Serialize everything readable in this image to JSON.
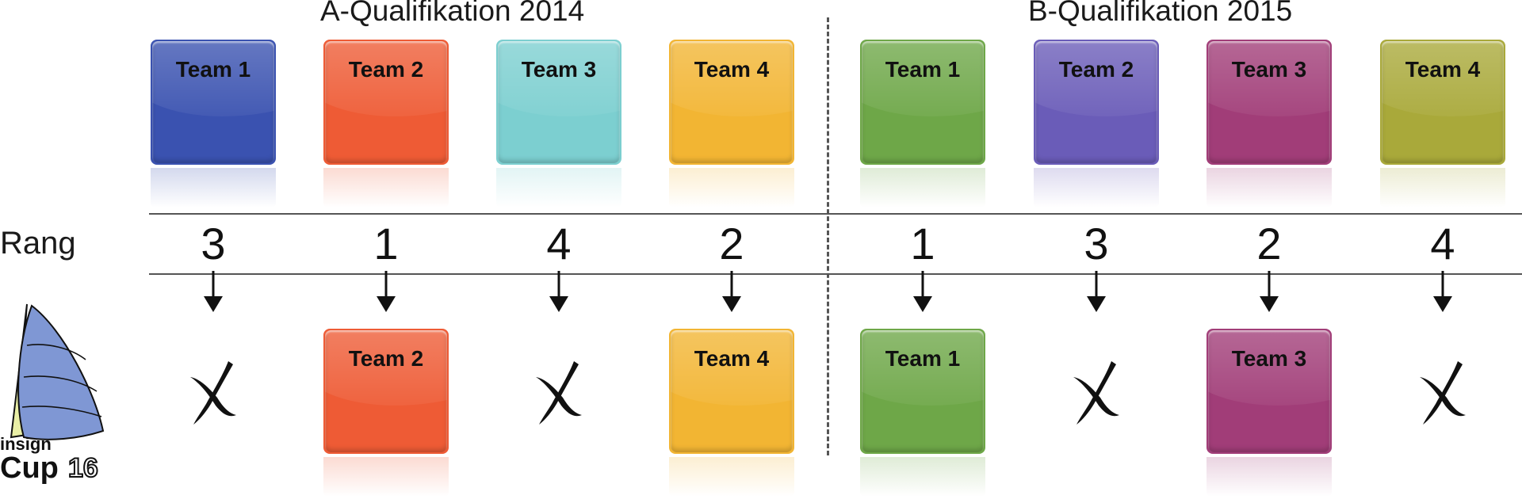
{
  "groups": [
    {
      "title": "A-Qualifikation 2014",
      "teams": [
        {
          "label": "Team 1",
          "color": "#3a52b0",
          "rank": "3",
          "advances": false
        },
        {
          "label": "Team 2",
          "color": "#ee5b35",
          "rank": "1",
          "advances": true
        },
        {
          "label": "Team 3",
          "color": "#7ccfd0",
          "rank": "4",
          "advances": false
        },
        {
          "label": "Team 4",
          "color": "#f2b533",
          "rank": "2",
          "advances": true
        }
      ]
    },
    {
      "title": "B-Qualifikation 2015",
      "teams": [
        {
          "label": "Team 1",
          "color": "#6ea748",
          "rank": "1",
          "advances": true
        },
        {
          "label": "Team 2",
          "color": "#6a5cb8",
          "rank": "3",
          "advances": false
        },
        {
          "label": "Team 3",
          "color": "#a13d78",
          "rank": "2",
          "advances": true
        },
        {
          "label": "Team 4",
          "color": "#a9a93a",
          "rank": "4",
          "advances": false
        }
      ]
    }
  ],
  "rank_label": "Rang",
  "logo": {
    "line1": "insign",
    "line2": "Cup",
    "year": "16"
  }
}
